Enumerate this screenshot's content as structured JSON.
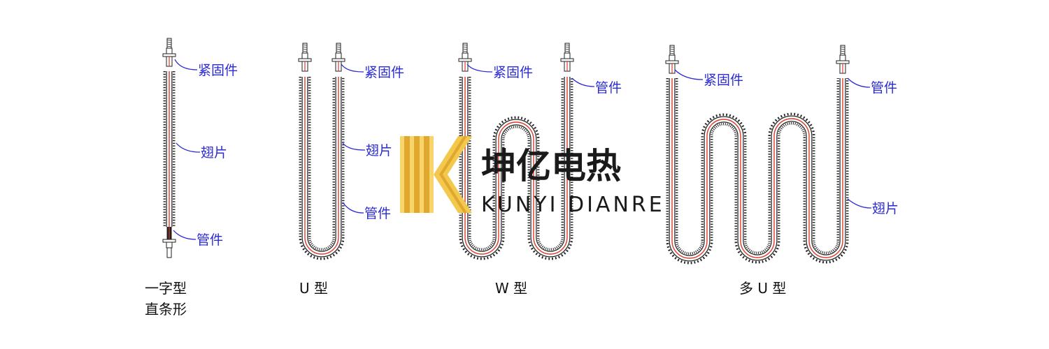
{
  "diagrams": [
    {
      "caption_line1": "一字型",
      "caption_line2": "直条形",
      "labels": {
        "fastener": "紧固件",
        "fin": "翅片",
        "tube": "管件"
      }
    },
    {
      "caption_line1": "U 型",
      "labels": {
        "fastener": "紧固件",
        "fin": "翅片",
        "tube": "管件"
      }
    },
    {
      "caption_line1": "W 型",
      "labels": {
        "fastener": "紧固件",
        "tube": "管件"
      }
    },
    {
      "caption_line1": "多 U 型",
      "labels": {
        "fastener": "紧固件",
        "tube": "管件",
        "fin": "翅片"
      }
    }
  ],
  "logo": {
    "name_cn": "坤亿电热",
    "name_en": "KUNYI DIANRE",
    "colors": {
      "gold": "#f2c94c",
      "gold_dark": "#e0a82e",
      "text": "#1a1a1a"
    }
  },
  "colors": {
    "label": "#2a2ad6",
    "tube_core": "#e03a2a",
    "outline": "#222222"
  }
}
